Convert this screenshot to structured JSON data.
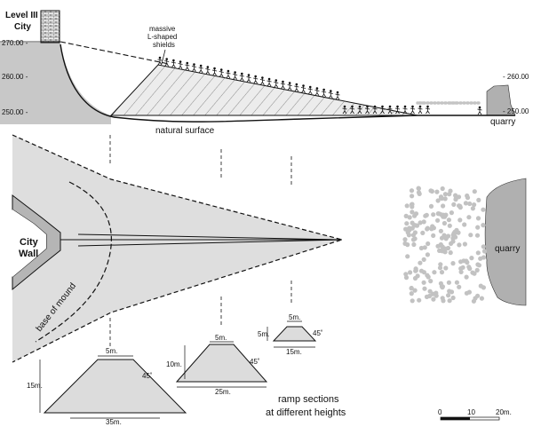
{
  "title_city": {
    "line1": "Level III",
    "line2": "City"
  },
  "elevations": {
    "e270": "270.00 -",
    "e260": "260.00 -",
    "e250": "250.00 -",
    "r260": "- 260.00",
    "r250": "- 250.00"
  },
  "profile": {
    "shields_line1": "massive",
    "shields_line2": "L-shaped",
    "shields_line3": "shields",
    "natural_surface": "natural surface",
    "quarry": "quarry"
  },
  "plan": {
    "city_wall_line1": "City",
    "city_wall_line2": "Wall",
    "base_of_mound": "base of mound",
    "quarry": "quarry"
  },
  "sections": {
    "small": {
      "top": "5m.",
      "height": "5m.",
      "angle": "45˚",
      "base": "15m."
    },
    "medium": {
      "top": "5m.",
      "height": "10m.",
      "angle": "45˚",
      "base": "25m."
    },
    "large": {
      "top": "5m.",
      "height": "15m.",
      "angle": "45˚",
      "base": "35m."
    },
    "caption_line1": "ramp sections",
    "caption_line2": "at different heights"
  },
  "scale_bar": {
    "zero": "0",
    "mid": "10",
    "end": "20m."
  },
  "colors": {
    "fill": "#d9d9d9",
    "dark_fill": "#bdbdbd",
    "line": "#111111",
    "stone": "#bcbcbc"
  }
}
